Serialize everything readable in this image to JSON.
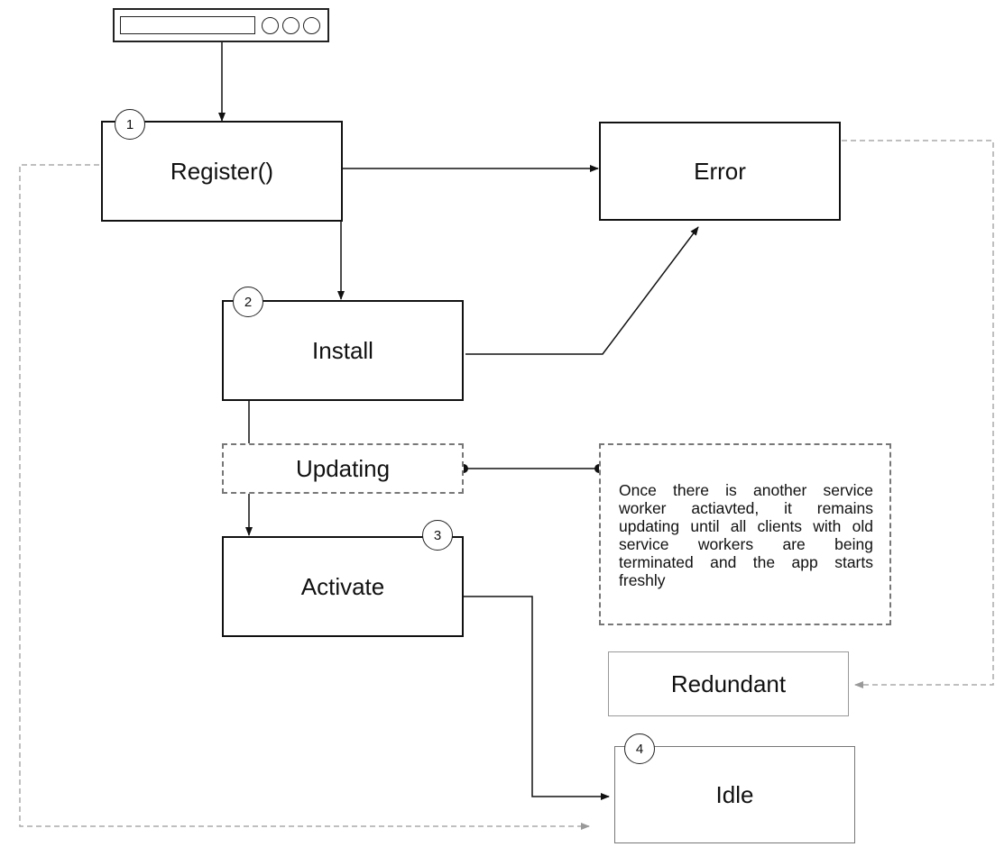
{
  "diagram": {
    "nodes": {
      "register": {
        "label": "Register()",
        "step": "1"
      },
      "error": {
        "label": "Error"
      },
      "install": {
        "label": "Install",
        "step": "2"
      },
      "updating": {
        "label": "Updating"
      },
      "activate": {
        "label": "Activate",
        "step": "3"
      },
      "redundant": {
        "label": "Redundant"
      },
      "idle": {
        "label": "Idle",
        "step": "4"
      }
    },
    "note": {
      "text": "Once there is another service worker actiavted, it remains updating until all clients with old service workers are being terminated and the app starts freshly"
    },
    "edges": [
      {
        "from": "browser",
        "to": "register",
        "style": "solid"
      },
      {
        "from": "register",
        "to": "error",
        "style": "solid"
      },
      {
        "from": "register",
        "to": "install",
        "style": "solid"
      },
      {
        "from": "install",
        "to": "error",
        "style": "solid"
      },
      {
        "from": "install",
        "to": "activate",
        "style": "solid"
      },
      {
        "from": "activate",
        "to": "idle",
        "style": "solid"
      },
      {
        "from": "register",
        "to": "idle",
        "style": "dashed"
      },
      {
        "from": "error",
        "to": "redundant",
        "style": "dashed"
      },
      {
        "from": "updating",
        "to": "note",
        "style": "connector"
      }
    ]
  }
}
